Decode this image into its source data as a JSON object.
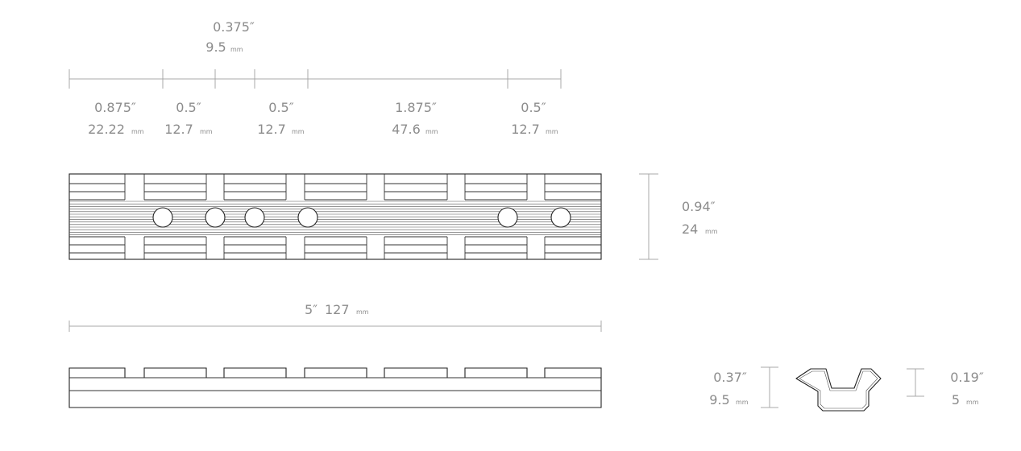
{
  "top_dimensions": {
    "hole_spacing": {
      "inch": "0.375″",
      "mm": "9.5",
      "unit": "mm"
    },
    "segments": [
      {
        "inch": "0.875″",
        "mm": "22.22",
        "unit": "mm"
      },
      {
        "inch": "0.5″",
        "mm": "12.7",
        "unit": "mm"
      },
      {
        "inch": "0.5″",
        "mm": "12.7",
        "unit": "mm"
      },
      {
        "inch": "1.875″",
        "mm": "47.6",
        "unit": "mm"
      },
      {
        "inch": "0.5″",
        "mm": "12.7",
        "unit": "mm"
      }
    ]
  },
  "width_dimension": {
    "inch": "0.94″",
    "mm": "24",
    "unit": "mm"
  },
  "length_dimension": {
    "inch": "5″",
    "mm": "127",
    "unit": "mm"
  },
  "height_dimension": {
    "inch": "0.37″",
    "mm": "9.5",
    "unit": "mm"
  },
  "groove_depth_dimension": {
    "inch": "0.19″",
    "mm": "5",
    "unit": "mm"
  }
}
